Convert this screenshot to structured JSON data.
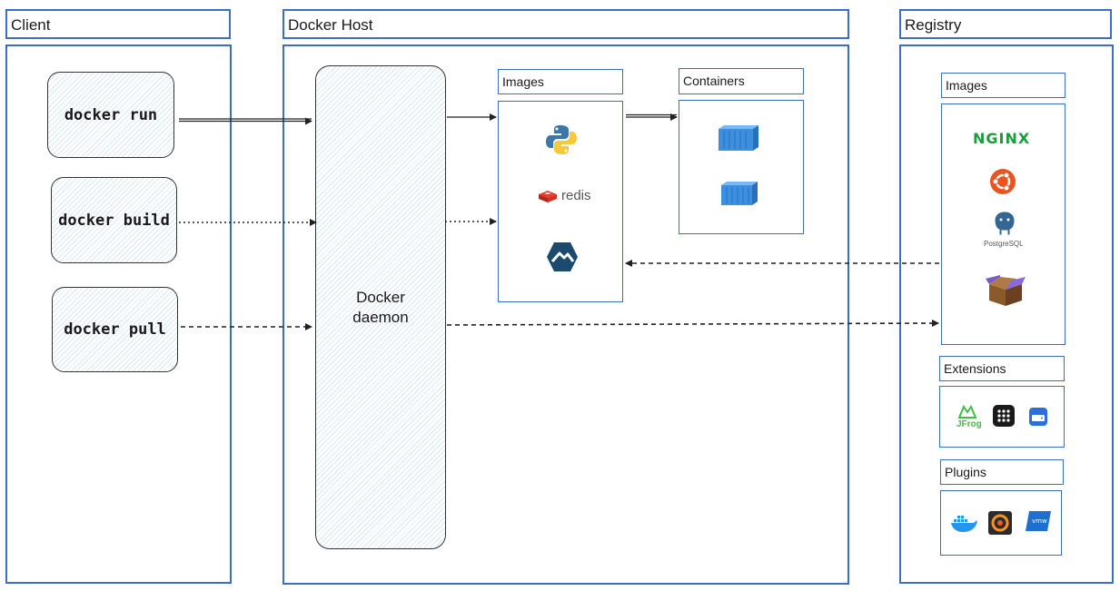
{
  "client": {
    "title": "Client",
    "commands": [
      "docker run",
      "docker build",
      "docker pull"
    ]
  },
  "host": {
    "title": "Docker Host",
    "daemon_line1": "Docker",
    "daemon_line2": "daemon",
    "images_label": "Images",
    "containers_label": "Containers",
    "redis_text": "redis"
  },
  "registry": {
    "title": "Registry",
    "images_label": "Images",
    "extensions_label": "Extensions",
    "plugins_label": "Plugins",
    "nginx_text": "NGINX",
    "postgres_text": "PostgreSQL",
    "jfrog_text": "JFrog"
  },
  "icons": {
    "host_images": [
      "python-icon",
      "redis-icon",
      "alpine-icon"
    ],
    "containers": [
      "container-icon",
      "container-icon"
    ],
    "registry_images": [
      "nginx-icon",
      "ubuntu-icon",
      "postgresql-icon",
      "box-icon"
    ],
    "extensions": [
      "jfrog-icon",
      "grid-app-icon",
      "disk-icon"
    ],
    "plugins": [
      "docker-whale-icon",
      "grafana-icon",
      "vmware-icon"
    ]
  },
  "colors": {
    "frame": "#3b6fc4",
    "container": "#3d8fe0",
    "redis": "#d82c20",
    "ubuntu": "#e95420",
    "nginx": "#1c9c3c"
  }
}
